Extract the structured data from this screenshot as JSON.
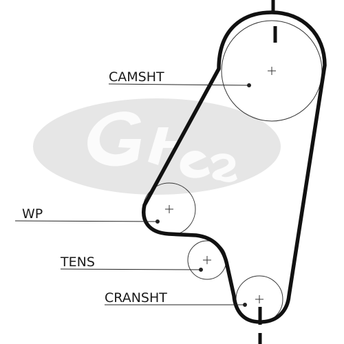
{
  "watermark": {
    "brand": "Gates",
    "color": "#e6e6e6"
  },
  "colors": {
    "belt": "#111111",
    "pulley_outline": "#333333",
    "leader": "#222222"
  },
  "labels": {
    "camshaft": "CAMSHT",
    "water_pump": "WP",
    "tensioner": "TENS",
    "crankshaft": "CRANSHT"
  }
}
